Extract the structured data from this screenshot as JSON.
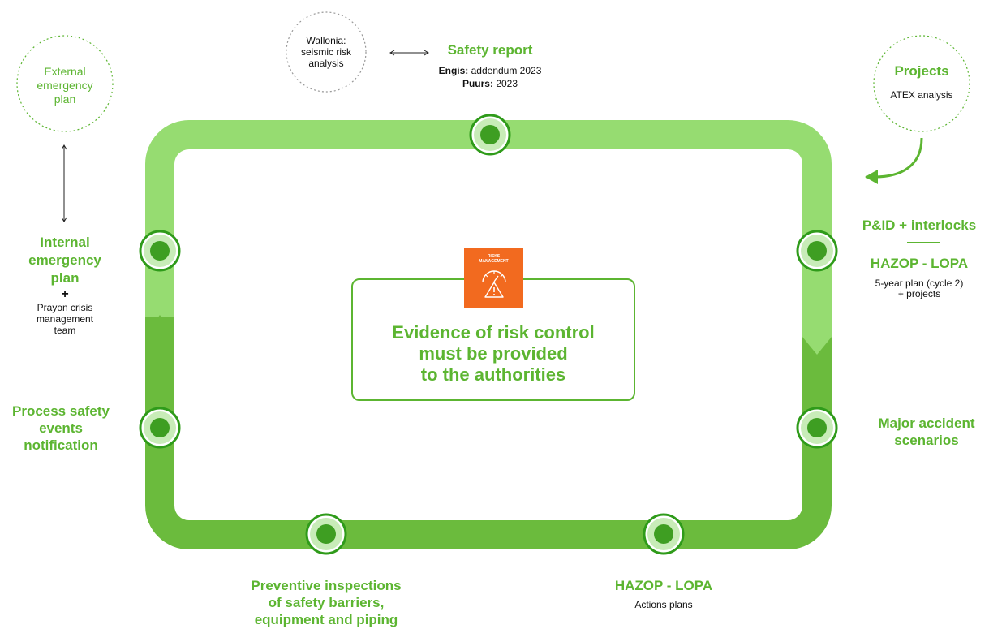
{
  "colors": {
    "loop_light": "#96dc71",
    "loop_dark": "#6bbb3d",
    "accent_green": "#5cb531",
    "node_dark": "#3e9e22",
    "icon_orange": "#f26a1f"
  },
  "external_plan": {
    "lines": [
      "External",
      "emergency",
      "plan"
    ]
  },
  "wallonia": {
    "lines": [
      "Wallonia:",
      "seismic risk",
      "analysis"
    ]
  },
  "safety_report": {
    "title": "Safety report",
    "engis_label": "Engis:",
    "engis_value": " addendum 2023",
    "puurs_label": "Puurs:",
    "puurs_value": " 2023"
  },
  "projects": {
    "title": "Projects",
    "subtitle": "ATEX analysis"
  },
  "pid": {
    "title": "P&ID + interlocks",
    "hazop": "HAZOP - LOPA",
    "plan_line1": "5-year plan (cycle 2)",
    "plan_line2": "+ projects"
  },
  "major_accident": {
    "lines": [
      "Major accident",
      "scenarios"
    ]
  },
  "internal_plan": {
    "lines": [
      "Internal",
      "emergency",
      "plan"
    ],
    "plus": "+",
    "crisis_lines": [
      "Prayon crisis",
      "management",
      "team"
    ]
  },
  "process_safety": {
    "lines": [
      "Process safety",
      "events",
      "notification"
    ]
  },
  "preventive": {
    "lines": [
      "Preventive inspections",
      "of safety barriers,",
      "equipment and piping"
    ]
  },
  "hazop_bottom": {
    "title": "HAZOP - LOPA",
    "subtitle": "Actions plans"
  },
  "center": {
    "icon_label_line1": "RISKS",
    "icon_label_line2": "MANAGEMENT",
    "lines": [
      "Evidence of risk control",
      "must be provided",
      "to the authorities"
    ]
  }
}
